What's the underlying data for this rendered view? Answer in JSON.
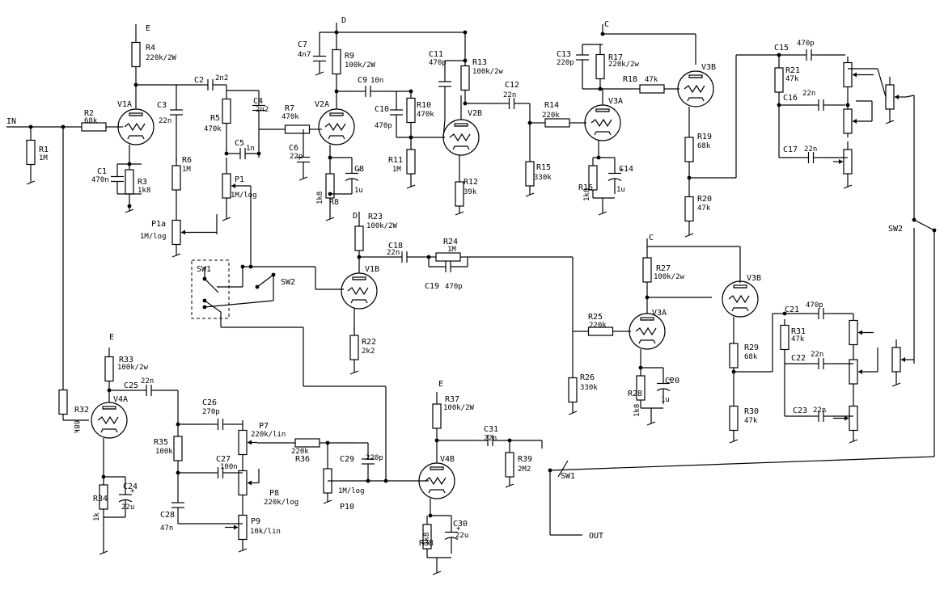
{
  "components": [
    {
      "ref": "IN"
    },
    {
      "ref": "OUT"
    },
    {
      "ref": "E"
    },
    {
      "ref": "D"
    },
    {
      "ref": "C"
    },
    {
      "ref": "R1",
      "value": "1M"
    },
    {
      "ref": "R2",
      "value": "68k"
    },
    {
      "ref": "R3",
      "value": "1k8"
    },
    {
      "ref": "R4",
      "value": "220k/2W"
    },
    {
      "ref": "R5",
      "value": "470k"
    },
    {
      "ref": "R6",
      "value": "1M"
    },
    {
      "ref": "R7",
      "value": "470k"
    },
    {
      "ref": "R8",
      "value": "1k8"
    },
    {
      "ref": "R9",
      "value": "100k/2W"
    },
    {
      "ref": "R10",
      "value": "470k"
    },
    {
      "ref": "R11",
      "value": "1M"
    },
    {
      "ref": "R12",
      "value": "39k"
    },
    {
      "ref": "R13",
      "value": "100k/2w"
    },
    {
      "ref": "R14",
      "value": "220k"
    },
    {
      "ref": "R15",
      "value": "330k"
    },
    {
      "ref": "R16",
      "value": "1k8"
    },
    {
      "ref": "R17",
      "value": "220k/2w"
    },
    {
      "ref": "R18",
      "value": "47k"
    },
    {
      "ref": "R19",
      "value": "68k"
    },
    {
      "ref": "R20",
      "value": "47k"
    },
    {
      "ref": "R21",
      "value": "47k"
    },
    {
      "ref": "R22",
      "value": "2k2"
    },
    {
      "ref": "R23",
      "value": "100k/2W"
    },
    {
      "ref": "R24",
      "value": "1M"
    },
    {
      "ref": "R25",
      "value": "220k"
    },
    {
      "ref": "R26",
      "value": "330k"
    },
    {
      "ref": "R27",
      "value": "100k/2w"
    },
    {
      "ref": "R28",
      "value": "1k8"
    },
    {
      "ref": "R29",
      "value": "68k"
    },
    {
      "ref": "R30",
      "value": "47k"
    },
    {
      "ref": "R31",
      "value": "47k"
    },
    {
      "ref": "R32",
      "value": "68k"
    },
    {
      "ref": "R33",
      "value": "100k/2w"
    },
    {
      "ref": "R34",
      "value": "1k"
    },
    {
      "ref": "R35",
      "value": "100k"
    },
    {
      "ref": "R36",
      "value": "220k"
    },
    {
      "ref": "R37",
      "value": "100k/2W"
    },
    {
      "ref": "R38",
      "value": "1k8"
    },
    {
      "ref": "R39",
      "value": "2M2"
    },
    {
      "ref": "C1",
      "value": "470n"
    },
    {
      "ref": "C2",
      "value": "2n2"
    },
    {
      "ref": "C3",
      "value": "22n"
    },
    {
      "ref": "C4",
      "value": "2n2"
    },
    {
      "ref": "C5",
      "value": "1n"
    },
    {
      "ref": "C6",
      "value": "22p"
    },
    {
      "ref": "C7",
      "value": "4n7"
    },
    {
      "ref": "C8",
      "value": "1u"
    },
    {
      "ref": "C9",
      "value": "10n"
    },
    {
      "ref": "C10",
      "value": "470p"
    },
    {
      "ref": "C11",
      "value": "470p"
    },
    {
      "ref": "C12",
      "value": "22n"
    },
    {
      "ref": "C13",
      "value": "220p"
    },
    {
      "ref": "C14",
      "value": "1u"
    },
    {
      "ref": "C15",
      "value": "470p"
    },
    {
      "ref": "C16",
      "value": "22n"
    },
    {
      "ref": "C17",
      "value": "22n"
    },
    {
      "ref": "C18",
      "value": "22n"
    },
    {
      "ref": "C19",
      "value": "470p"
    },
    {
      "ref": "C20",
      "value": "1u"
    },
    {
      "ref": "C21",
      "value": "470p"
    },
    {
      "ref": "C22",
      "value": "22n"
    },
    {
      "ref": "C23",
      "value": "22n"
    },
    {
      "ref": "C24",
      "value": "22u"
    },
    {
      "ref": "C25",
      "value": "22n"
    },
    {
      "ref": "C26",
      "value": "270p"
    },
    {
      "ref": "C27",
      "value": "100n"
    },
    {
      "ref": "C28",
      "value": "47n"
    },
    {
      "ref": "C29",
      "value": "220p"
    },
    {
      "ref": "C30",
      "value": "22u"
    },
    {
      "ref": "C31",
      "value": "22n"
    },
    {
      "ref": "P1",
      "value": "1M/log"
    },
    {
      "ref": "P1a",
      "value": "1M/log"
    },
    {
      "ref": "P7",
      "value": "220k/lin"
    },
    {
      "ref": "P8",
      "value": "220k/log"
    },
    {
      "ref": "P9",
      "value": "10k/lin"
    },
    {
      "ref": "P10",
      "value": "1M/log"
    },
    {
      "ref": "SW1"
    },
    {
      "ref": "SW2"
    },
    {
      "ref": "V1A"
    },
    {
      "ref": "V1B"
    },
    {
      "ref": "V2A"
    },
    {
      "ref": "V2B"
    },
    {
      "ref": "V3A"
    },
    {
      "ref": "V3B"
    },
    {
      "ref": "V4A"
    },
    {
      "ref": "V4B"
    }
  ]
}
